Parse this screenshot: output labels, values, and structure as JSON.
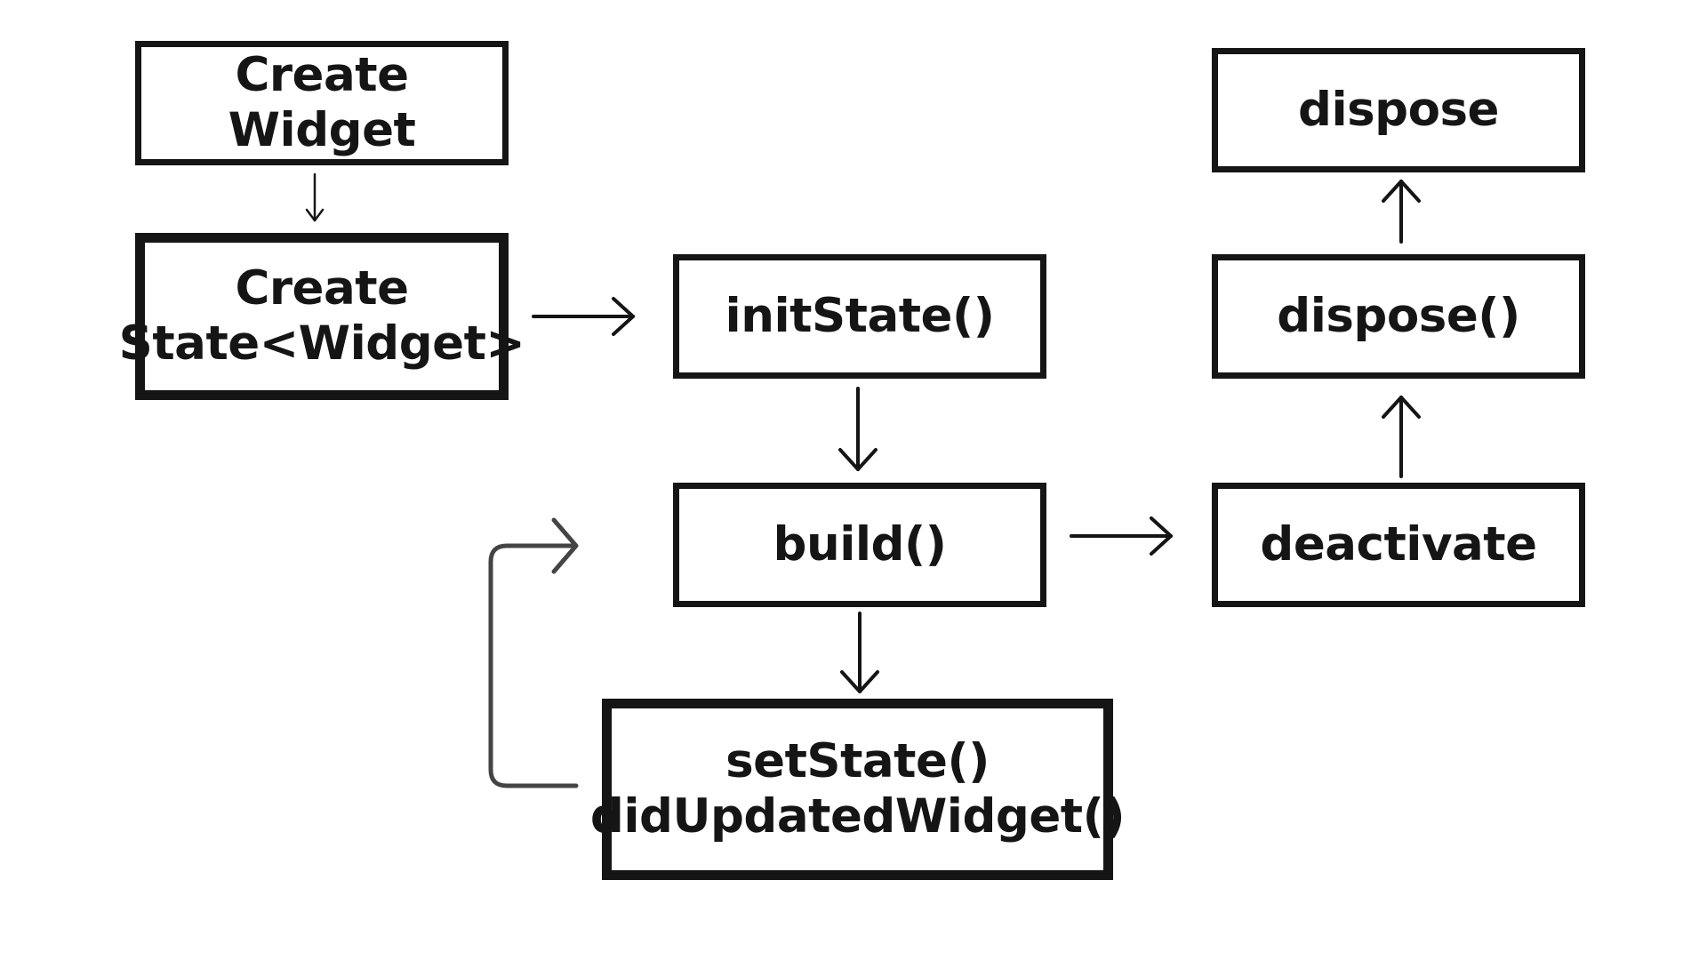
{
  "colors": {
    "ink": "#151515",
    "loop_arrow": "#444444",
    "background": "#ffffff"
  },
  "nodes": {
    "create_widget": {
      "label": "Create Widget"
    },
    "create_state": {
      "line1": "Create",
      "line2": "State<Widget>"
    },
    "init_state": {
      "label": "initState()"
    },
    "build": {
      "label": "build()"
    },
    "set_state": {
      "line1": "setState()",
      "line2": "didUpdatedWidget()"
    },
    "deactivate": {
      "label": "deactivate"
    },
    "dispose_method": {
      "label": "dispose()"
    },
    "dispose": {
      "label": "dispose"
    }
  },
  "edges": [
    {
      "from": "Create Widget",
      "to": "Create State<Widget>"
    },
    {
      "from": "Create State<Widget>",
      "to": "initState()"
    },
    {
      "from": "initState()",
      "to": "build()"
    },
    {
      "from": "build()",
      "to": "setState() didUpdatedWidget()"
    },
    {
      "from": "setState() didUpdatedWidget()",
      "to": "build()"
    },
    {
      "from": "build()",
      "to": "deactivate"
    },
    {
      "from": "deactivate",
      "to": "dispose()"
    },
    {
      "from": "dispose()",
      "to": "dispose"
    }
  ]
}
